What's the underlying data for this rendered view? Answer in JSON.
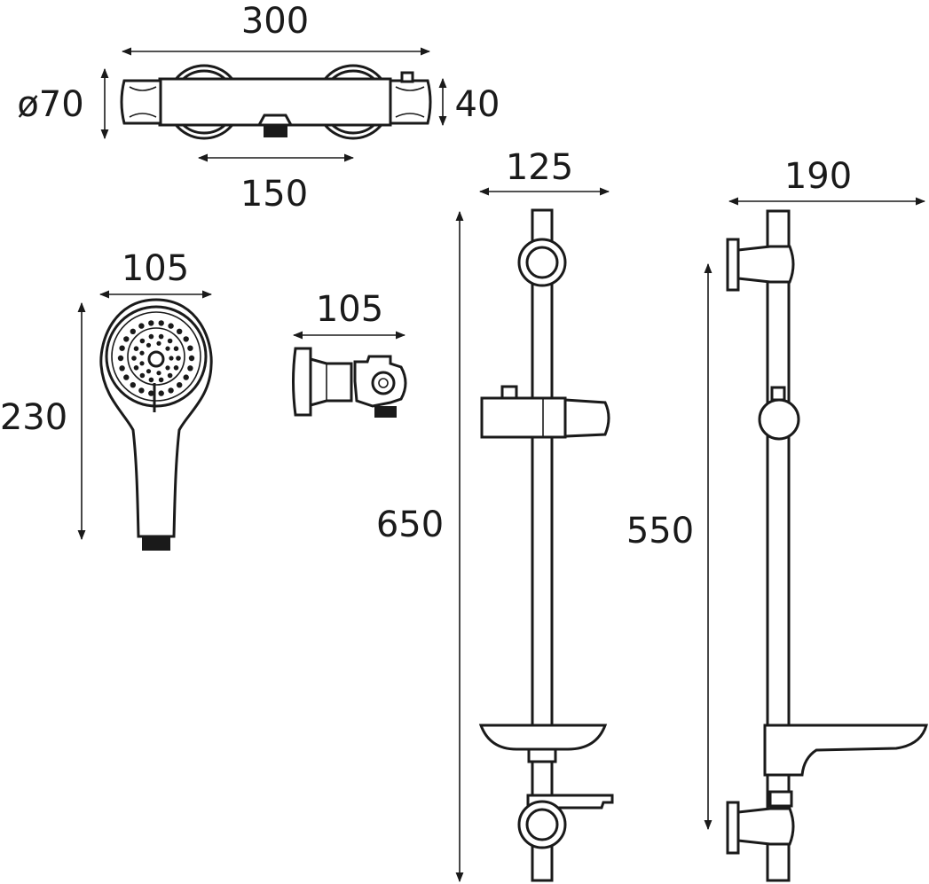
{
  "dimensions": {
    "valve_width": "300",
    "valve_diameter": "ø70",
    "valve_depth": "40",
    "valve_centres": "150",
    "handset_width": "105",
    "handset_length": "230",
    "elbow_depth": "105",
    "rail_front_width": "125",
    "rail_height": "650",
    "rail_side_depth": "190",
    "rail_fixing_centres": "550"
  },
  "colors": {
    "line": "#1a1a1a",
    "background": "#ffffff"
  }
}
